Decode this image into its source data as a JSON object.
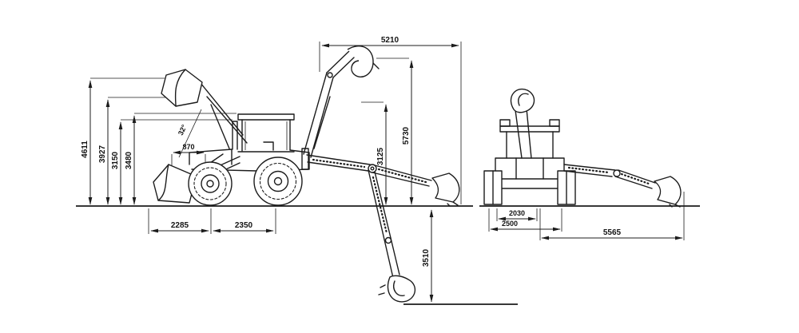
{
  "drawing": {
    "stroke_color": "#1c1c1c",
    "background": "#ffffff",
    "dimensions": {
      "top_span": "5210",
      "loader_max_height": "4611",
      "linkage_height": "3927",
      "exhaust_height": "3150",
      "cab_height": "3480",
      "dump_reach": "870",
      "dump_angle": "32°",
      "front_overhang": "2285",
      "wheelbase": "2350",
      "arm_pivot_height": "3125",
      "max_dig_height": "5730",
      "dig_depth": "3510",
      "rear_track": "2030",
      "overall_width": "2500",
      "ground_reach": "5565"
    }
  }
}
